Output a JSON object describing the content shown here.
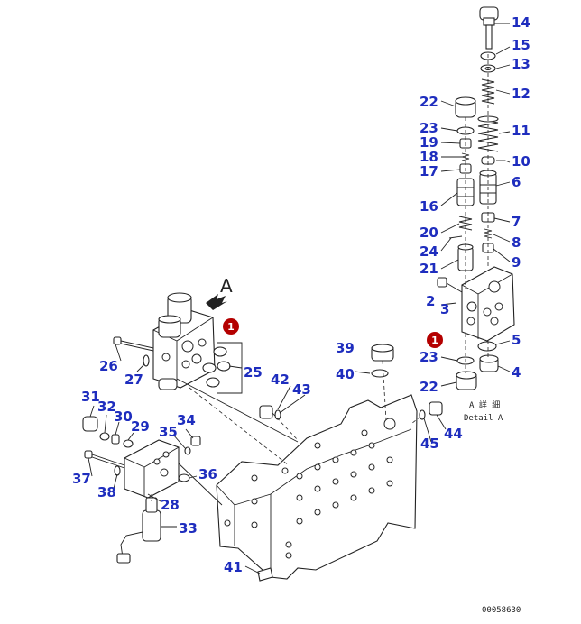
{
  "labels": [
    {
      "id": "14",
      "text": "14"
    },
    {
      "id": "15",
      "text": "15"
    },
    {
      "id": "13",
      "text": "13"
    },
    {
      "id": "12",
      "text": "12"
    },
    {
      "id": "22a",
      "text": "22"
    },
    {
      "id": "11",
      "text": "11"
    },
    {
      "id": "23a",
      "text": "23"
    },
    {
      "id": "19",
      "text": "19"
    },
    {
      "id": "18",
      "text": "18"
    },
    {
      "id": "10",
      "text": "10"
    },
    {
      "id": "17",
      "text": "17"
    },
    {
      "id": "6",
      "text": "6"
    },
    {
      "id": "16",
      "text": "16"
    },
    {
      "id": "7",
      "text": "7"
    },
    {
      "id": "20",
      "text": "20"
    },
    {
      "id": "8",
      "text": "8"
    },
    {
      "id": "24",
      "text": "24"
    },
    {
      "id": "9",
      "text": "9"
    },
    {
      "id": "21",
      "text": "21"
    },
    {
      "id": "2",
      "text": "2"
    },
    {
      "id": "3",
      "text": "3"
    },
    {
      "id": "5",
      "text": "5"
    },
    {
      "id": "23b",
      "text": "23"
    },
    {
      "id": "4",
      "text": "4"
    },
    {
      "id": "22b",
      "text": "22"
    },
    {
      "id": "26",
      "text": "26"
    },
    {
      "id": "27",
      "text": "27"
    },
    {
      "id": "25",
      "text": "25"
    },
    {
      "id": "39",
      "text": "39"
    },
    {
      "id": "40",
      "text": "40"
    },
    {
      "id": "42",
      "text": "42"
    },
    {
      "id": "43",
      "text": "43"
    },
    {
      "id": "31",
      "text": "31"
    },
    {
      "id": "32",
      "text": "32"
    },
    {
      "id": "30",
      "text": "30"
    },
    {
      "id": "29",
      "text": "29"
    },
    {
      "id": "35",
      "text": "35"
    },
    {
      "id": "34",
      "text": "34"
    },
    {
      "id": "37",
      "text": "37"
    },
    {
      "id": "36",
      "text": "36"
    },
    {
      "id": "38",
      "text": "38"
    },
    {
      "id": "28",
      "text": "28"
    },
    {
      "id": "33",
      "text": "33"
    },
    {
      "id": "41",
      "text": "41"
    },
    {
      "id": "44",
      "text": "44"
    },
    {
      "id": "45",
      "text": "45"
    }
  ],
  "callouts": [
    {
      "id": "c1",
      "text": "1"
    },
    {
      "id": "c2",
      "text": "1"
    }
  ],
  "view_letter": "A",
  "detail_caption": {
    "line1": "A 詳 細",
    "line2": "Detail A"
  },
  "drawing_number": "00058630",
  "colors": {
    "label": "#1e2dbe",
    "callout": "#b40000",
    "line": "#222222"
  }
}
